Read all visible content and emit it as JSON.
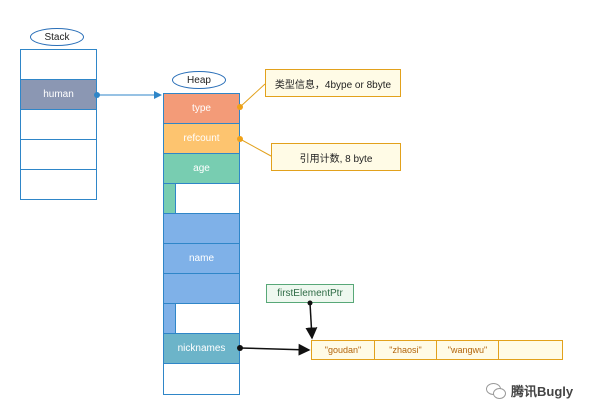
{
  "colors": {
    "stack_border": "#2f86c8",
    "human_fill": "#8b97b3",
    "type_fill": "#f39b78",
    "refcount_fill": "#fdc46f",
    "age_fill": "#78cdb1",
    "name_fill": "#7fb1e8",
    "nicknames_fill": "#6cb4c9",
    "arrow_blue": "#2f86c8",
    "note_border": "#e2a11c",
    "note_dot": "#f2a117",
    "ptr_green": "#58a878"
  },
  "stack": {
    "title": "Stack",
    "human_label": "human"
  },
  "heap": {
    "title": "Heap",
    "type_label": "type",
    "refcount_label": "refcount",
    "age_label": "age",
    "name_label": "name",
    "nicknames_label": "nicknames"
  },
  "notes": {
    "type_note": "类型信息，4bype or 8byte",
    "refcount_note": "引用计数, 8 byte"
  },
  "first_element_ptr": "firstElementPtr",
  "nicknames": [
    "\"goudan\"",
    "\"zhaosi\"",
    "\"wangwu\""
  ],
  "watermark": "腾讯Bugly"
}
